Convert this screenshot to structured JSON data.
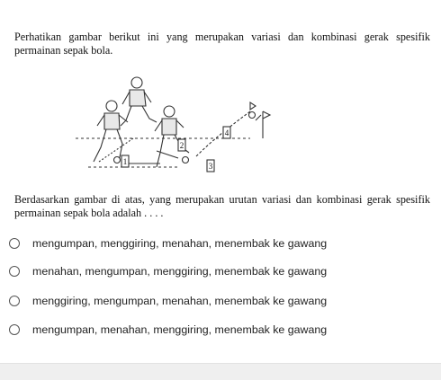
{
  "question": {
    "intro": "Perhatikan gambar berikut ini yang merupakan variasi dan kombinasi gerak spesifik permainan sepak bola.",
    "prompt": "Berdasarkan gambar di atas, yang merupakan urutan variasi dan kombinasi gerak spesifik permainan sepak bola adalah . . . .",
    "figure_labels": [
      "1",
      "2",
      "3",
      "4"
    ]
  },
  "options": [
    {
      "label": "mengumpan, menggiring, menahan, menembak ke gawang",
      "selected": false
    },
    {
      "label": "menahan, mengumpan, menggiring, menembak ke gawang",
      "selected": false
    },
    {
      "label": "menggiring, mengumpan, menahan, menembak ke gawang",
      "selected": false
    },
    {
      "label": "mengumpan, menahan, menggiring, menembak ke gawang",
      "selected": false
    }
  ]
}
